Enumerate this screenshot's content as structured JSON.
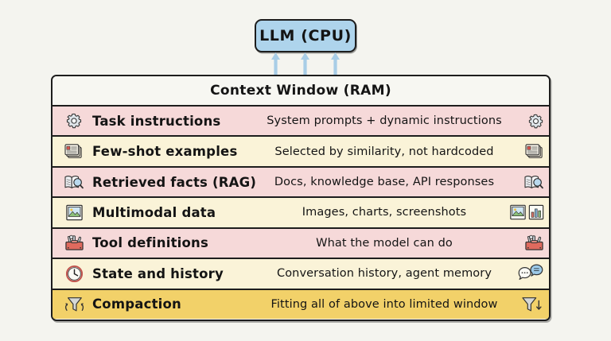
{
  "diagram": {
    "llm": {
      "label": "LLM (CPU)",
      "box_color": "#aed4ec",
      "arrow_color": "#a8cde6",
      "arrow_count": 3
    },
    "context_window": {
      "title": "Context Window (RAM)",
      "border_color": "#1d1d1d",
      "background": "#f7f7f2"
    },
    "background_color": "#f4f4ef",
    "rows": [
      {
        "label": "Task instructions",
        "description": "System prompts + dynamic instructions",
        "color": "#f6d9d9",
        "left_icon": "gear-icon",
        "right_icons": [
          "gear-icon"
        ]
      },
      {
        "label": "Few-shot examples",
        "description": "Selected by similarity, not hardcoded",
        "color": "#faf3d8",
        "left_icon": "cards-stack-icon",
        "right_icons": [
          "cards-stack-icon"
        ]
      },
      {
        "label": "Retrieved facts (RAG)",
        "description": "Docs, knowledge base, API responses",
        "color": "#f6d9d9",
        "left_icon": "book-search-icon",
        "right_icons": [
          "book-search-icon"
        ]
      },
      {
        "label": "Multimodal data",
        "description": "Images, charts, screenshots",
        "color": "#faf3d8",
        "left_icon": "photo-icon",
        "right_icons": [
          "photo-icon",
          "bar-chart-icon"
        ]
      },
      {
        "label": "Tool definitions",
        "description": "What the model can do",
        "color": "#f6d9d9",
        "left_icon": "toolbox-icon",
        "right_icons": [
          "toolbox-icon"
        ]
      },
      {
        "label": "State and history",
        "description": "Conversation history, agent memory",
        "color": "#faf3d8",
        "left_icon": "clock-icon",
        "right_icons": [
          "speech-bubbles-icon"
        ]
      },
      {
        "label": "Compaction",
        "description": "Fitting all of above into limited window",
        "color": "#f2d169",
        "left_icon": "funnel-recycle-icon",
        "right_icons": [
          "funnel-down-icon"
        ]
      }
    ]
  }
}
